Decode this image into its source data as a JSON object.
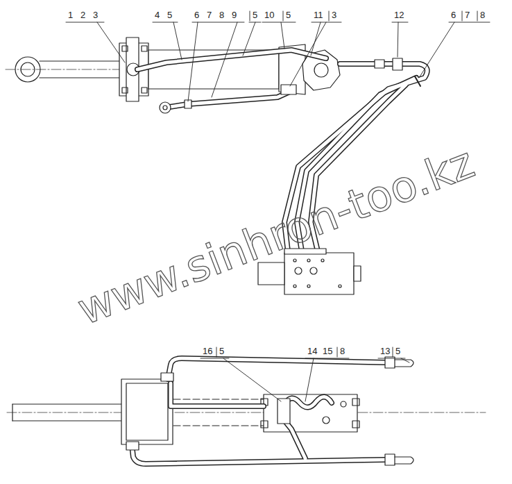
{
  "diagram": {
    "labels": [
      "1",
      "2",
      "3",
      "4",
      "5",
      "6",
      "7",
      "8",
      "9",
      "5",
      "10",
      "5",
      "11",
      "3",
      "12",
      "6",
      "7",
      "8",
      "16",
      "5",
      "14",
      "15",
      "8",
      "13",
      "5",
      "www.sinhron-too.kz"
    ]
  }
}
